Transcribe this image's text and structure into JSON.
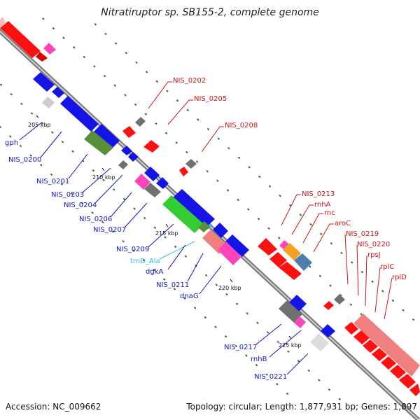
{
  "title": "Nitratiruptor sp. SB155-2, complete genome",
  "footer": {
    "accession": "Accession: NC_009662",
    "topology": "Topology: circular; Length: 1,877,931 bp; Genes: 1,897"
  },
  "colors": {
    "red_feature": "#ff1a1a",
    "blue_feature": "#1414e6",
    "grey_feature": "#707070",
    "backbone": "#808080",
    "ticks": "#1e7a1e"
  },
  "kbp_markers": [
    "205 kbp",
    "210 kbp",
    "215 kbp",
    "220 kbp",
    "225 kbp"
  ],
  "gene_labels": {
    "blue": [
      "gph",
      "NIS_0200",
      "NIS_0201",
      "NIS_0203",
      "NIS_0204",
      "NIS_0206",
      "NIS_0207",
      "NIS_0209",
      "dgkA",
      "NIS_0211",
      "dnaG",
      "NIS_0217",
      "rnhB",
      "NIS_0221"
    ],
    "red": [
      "NIS_0202",
      "NIS_0205",
      "NIS_0208",
      "NIS_0213",
      "rnhA",
      "rnc",
      "aroC",
      "NIS_0219",
      "NIS_0220",
      "rpsJ",
      "rplC",
      "rplD"
    ],
    "cyan": [
      "trnD_Ala"
    ]
  }
}
